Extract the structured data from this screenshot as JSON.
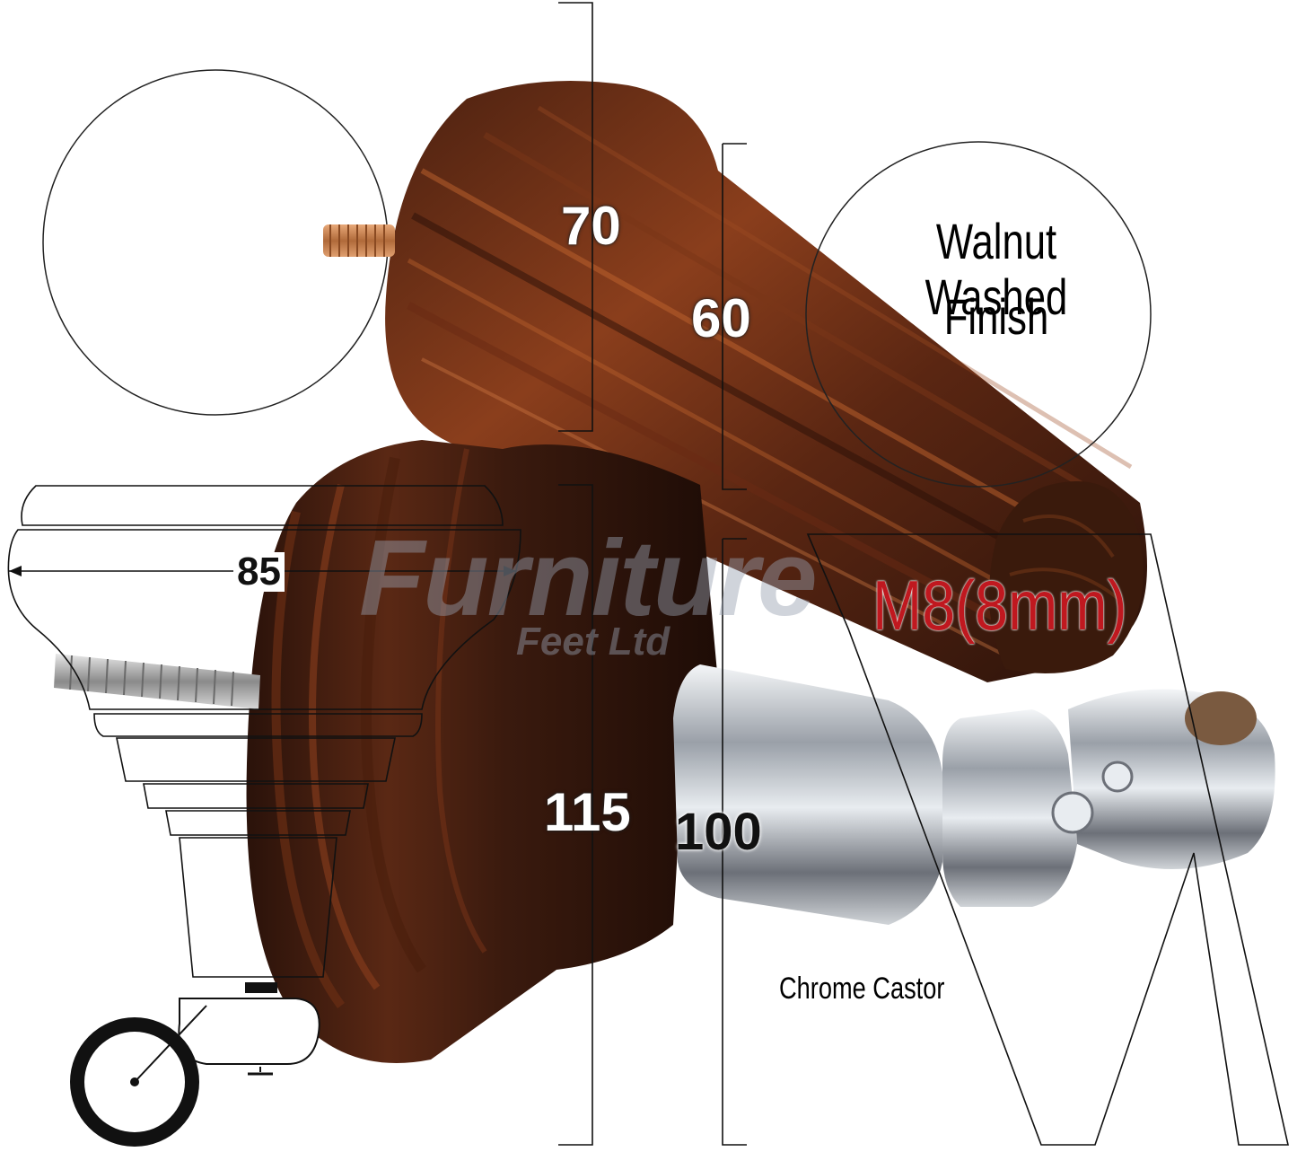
{
  "dimensions": {
    "top_leg_height": "70",
    "top_leg_diameter": "60",
    "lower_leg_width": "85",
    "lower_leg_height": "115",
    "lower_leg_top_height": "100"
  },
  "callouts": {
    "finish_line1": "Walnut Washed",
    "finish_line2": "Finish",
    "thread_size": "M8(8mm)",
    "castor_type": "Chrome Castor"
  },
  "watermark": {
    "line1": "Furniture",
    "line2": "Feet Ltd"
  },
  "colors": {
    "wood_dark": "#3a1a10",
    "wood_mid": "#6b2e16",
    "wood_light": "#9a4a22",
    "chrome": "#c8ccd2",
    "thread_red": "#c0181f",
    "brass": "#c9824a"
  },
  "icons": {
    "castor_diagram": "castor-wheel-icon",
    "leg_profile": "leg-profile-icon"
  }
}
